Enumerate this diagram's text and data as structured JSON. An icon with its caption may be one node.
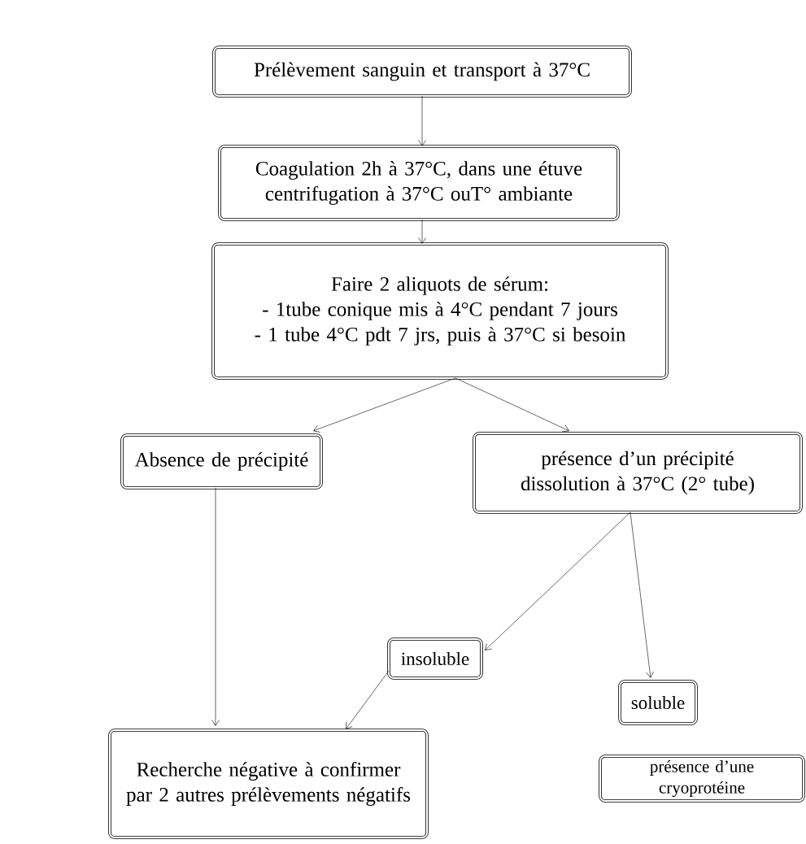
{
  "diagram": {
    "nodes": [
      {
        "text": [
          "Prélèvement sanguin et transport à 37°C"
        ]
      },
      {
        "text": [
          "Coagulation 2h à 37°C, dans une étuve centrifugation à 37°C ouT° ambiante"
        ]
      },
      {
        "text": [
          "Faire 2 aliquots de sérum:",
          "- 1tube conique mis à 4°C pendant 7 jours",
          "- 1 tube 4°C pdt 7 jrs, puis à 37°C si besoin"
        ]
      },
      {
        "text": [
          "Absence de précipité"
        ]
      },
      {
        "text": [
          "présence d’un précipité dissolution à 37°C (2° tube)"
        ]
      },
      {
        "text": [
          "insoluble"
        ]
      },
      {
        "text": [
          "soluble"
        ]
      },
      {
        "text": [
          "Recherche négative à confirmer par 2 autres prélèvements négatifs"
        ]
      },
      {
        "text": [
          "présence d’une cryoprotéine"
        ]
      }
    ],
    "edges": [
      {
        "from": 0,
        "to": 1,
        "arrow": "to"
      },
      {
        "from": 1,
        "to": 2,
        "arrow": "to"
      },
      {
        "from": 2,
        "to": 3,
        "arrow": "to"
      },
      {
        "from": 2,
        "to": 4,
        "arrow": "to"
      },
      {
        "from": 3,
        "to": 7,
        "arrow": "to"
      },
      {
        "from": 4,
        "to": 5,
        "arrow": "to"
      },
      {
        "from": 4,
        "to": 6,
        "arrow": "to"
      },
      {
        "from": 5,
        "to": 7,
        "arrow": "to"
      }
    ]
  }
}
